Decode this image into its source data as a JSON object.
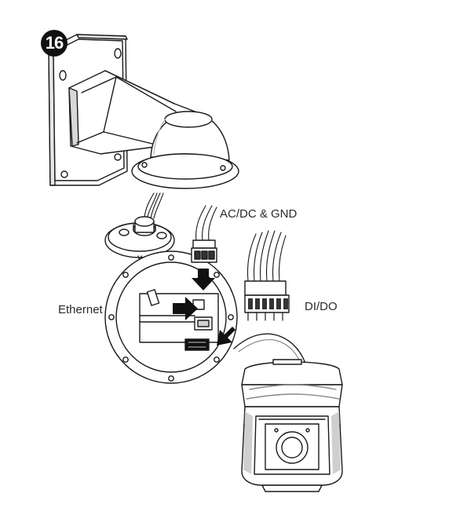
{
  "step": {
    "number": "16"
  },
  "labels": {
    "power": "AC/DC & GND",
    "ethernet": "Ethernet",
    "dido": "DI/DO"
  },
  "colors": {
    "line": "#1a1a1a",
    "fill": "#ffffff",
    "shade": "#d9d9d9",
    "dark": "#111111"
  }
}
